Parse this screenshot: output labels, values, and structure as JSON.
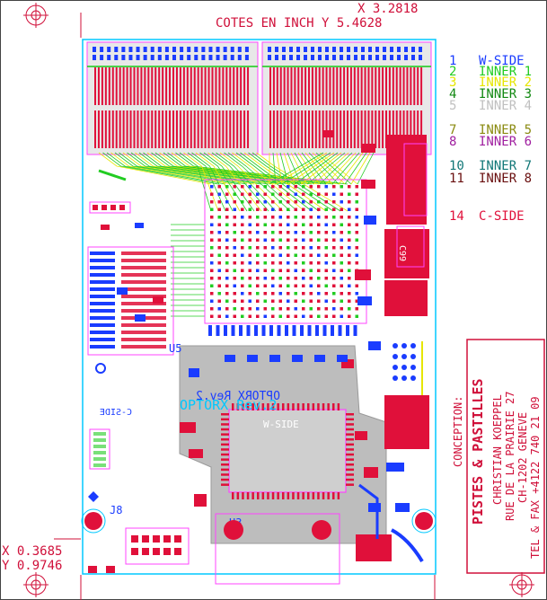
{
  "header": {
    "coord_x": "X 3.2818",
    "coord_line": "COTES EN INCH  Y 5.4628"
  },
  "footer": {
    "coord_x": "X 0.3685",
    "coord_y": "Y 0.9746"
  },
  "layers": [
    {
      "num": "1",
      "name": "W-SIDE",
      "color": "#1a3cff"
    },
    {
      "num": "2",
      "name": "INNER 1",
      "color": "#22cc22"
    },
    {
      "num": "3",
      "name": "INNER 2",
      "color": "#e6e600"
    },
    {
      "num": "4",
      "name": "INNER 3",
      "color": "#118811"
    },
    {
      "num": "5",
      "name": "INNER 4",
      "color": "#c0c0c0"
    },
    {
      "num": "7",
      "name": "INNER 5",
      "color": "#8a8a10"
    },
    {
      "num": "8",
      "name": "INNER 6",
      "color": "#a020a0"
    },
    {
      "num": "10",
      "name": "INNER 7",
      "color": "#117777"
    },
    {
      "num": "11",
      "name": "INNER 8",
      "color": "#6a1010"
    },
    {
      "num": "14",
      "name": "C-SIDE",
      "color": "#e0103a"
    }
  ],
  "board": {
    "silk_wside": "W-SIDE",
    "silk_optorx": "OPTORX Rev.2",
    "silk_optorx_mirror": "OPTORX Rev.2",
    "silk_cside": "C-SIDE",
    "ref_u3": "U3",
    "ref_j8": "J8",
    "ref_u5": "U5",
    "ref_c99": "C99"
  },
  "conception": {
    "label": "CONCEPTION:",
    "company": "PISTES & PASTILLES",
    "name": "CHRISTIAN KOEPPEL",
    "street": "RUE DE LA PRAIRIE 27",
    "city": "CH-1202 GENEVE",
    "phone": "TEL & FAX +4122 740 21 09"
  },
  "colors": {
    "top_copper": "#e0103a",
    "bottom_copper": "#1a3cff",
    "silkscreen": "#ff44ff",
    "outline": "#00c8ff",
    "inner_green": "#22cc22",
    "inner_yellow": "#e6e600",
    "plane_grey": "#b8b8b8"
  }
}
